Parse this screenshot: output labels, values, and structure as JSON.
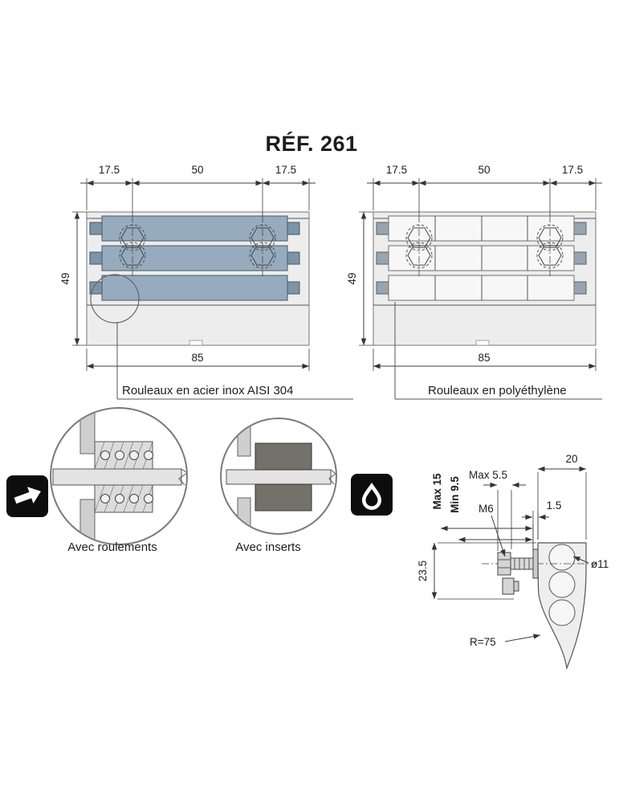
{
  "title": "RÉF. 261",
  "front_view_steel": {
    "dim_left": "17.5",
    "dim_center": "50",
    "dim_right": "17.5",
    "dim_height": "49",
    "dim_width": "85",
    "caption": "Rouleaux en acier inox AISI 304"
  },
  "front_view_poly": {
    "dim_left": "17.5",
    "dim_center": "50",
    "dim_right": "17.5",
    "dim_height": "49",
    "dim_width": "85",
    "caption": "Rouleaux en polyéthylène"
  },
  "details": {
    "bearings_label": "Avec roulements",
    "inserts_label": "Avec inserts"
  },
  "profile": {
    "dim_20": "20",
    "dim_max55": "Max 5.5",
    "dim_max15": "Max 15",
    "dim_min95": "Min 9.5",
    "dim_m6": "M6",
    "dim_15": "1.5",
    "dim_235": "23.5",
    "dim_hole": "ø11",
    "dim_radius": "R=75"
  },
  "icons": {
    "left": "arrow-icon",
    "right": "droplet-icon"
  },
  "colors": {
    "steel_roller": "#96abbe",
    "poly_roller": "#f7f7f7",
    "body": "#ededed",
    "insert": "#72726a",
    "icon_bg": "#0d0d0d"
  }
}
